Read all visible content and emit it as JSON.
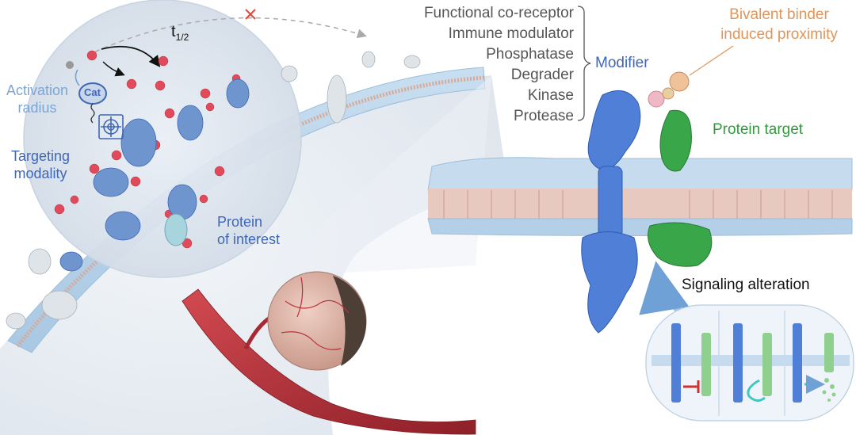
{
  "left_panel": {
    "half_life_label": "t",
    "half_life_sub": "1/2",
    "catalyst_label": "Cat",
    "activation_radius": [
      "Activation",
      "radius"
    ],
    "targeting_modality": [
      "Targeting",
      "modality"
    ],
    "protein_of_interest": [
      "Protein",
      "of interest"
    ]
  },
  "right_panel": {
    "modifier_options": [
      "Functional co-receptor",
      "Immune modulator",
      "Phosphatase",
      "Degrader",
      "Kinase",
      "Protease"
    ],
    "modifier_label": "Modifier",
    "bivalent_binder": [
      "Bivalent binder",
      "induced proximity"
    ],
    "protein_target": "Protein target",
    "signaling_alteration": "Signaling alteration"
  },
  "colors": {
    "modifier_blue": "#3f67b5",
    "target_green": "#3aa64a",
    "binder_orange": "#e0955a",
    "membrane_blue": "#b9d6ec",
    "ligand_red": "#e04a5a",
    "vessel_red": "#b8323a"
  }
}
